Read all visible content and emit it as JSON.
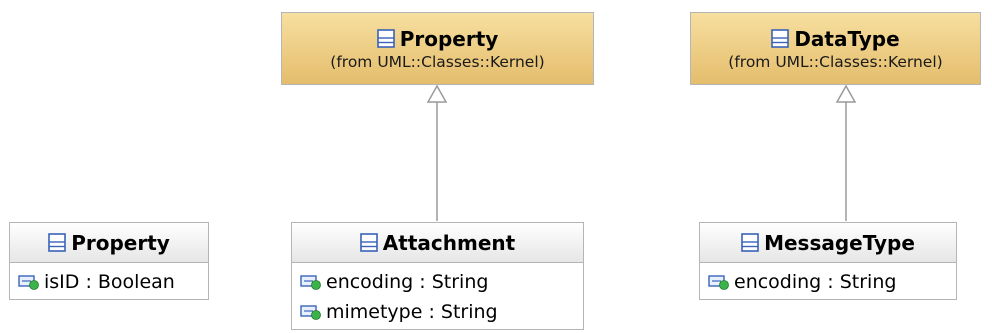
{
  "classes": {
    "property_ext": {
      "name": "Property",
      "from": "(from UML::Classes::Kernel)"
    },
    "datatype_ext": {
      "name": "DataType",
      "from": "(from UML::Classes::Kernel)"
    },
    "property": {
      "name": "Property",
      "attributes": [
        "isID : Boolean"
      ]
    },
    "attachment": {
      "name": "Attachment",
      "attributes": [
        "encoding : String",
        "mimetype : String"
      ]
    },
    "messagetype": {
      "name": "MessageType",
      "attributes": [
        "encoding : String"
      ]
    }
  },
  "relationships": [
    {
      "type": "generalization",
      "from": "Attachment",
      "to": "Property"
    },
    {
      "type": "generalization",
      "from": "MessageType",
      "to": "DataType"
    }
  ],
  "colors": {
    "external_class_fill": "#e8c478",
    "class_header_fill": "#ececec",
    "border": "#b5b5b5",
    "class_icon": "#3a63b8",
    "attribute_icon_dot": "#3bb34a"
  },
  "icons": {
    "class": "class-icon",
    "attribute": "attribute-icon"
  }
}
